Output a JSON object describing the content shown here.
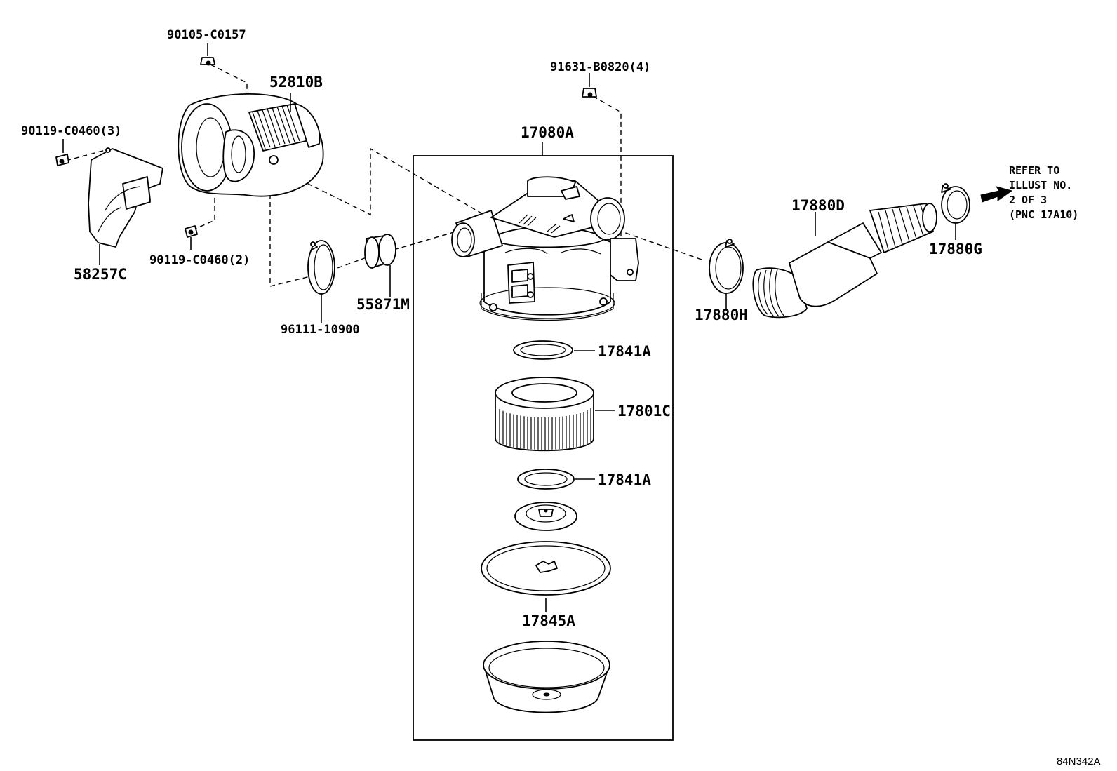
{
  "labels": {
    "p90105": "90105-C0157",
    "p52810B": "52810B",
    "p91631": "91631-B0820(4)",
    "p90119a": "90119-C0460(3)",
    "p17080A": "17080A",
    "p90119b": "90119-C0460(2)",
    "p58257C": "58257C",
    "p96111": "96111-10900",
    "p55871M": "55871M",
    "p17880D": "17880D",
    "p17880G": "17880G",
    "p17880H": "17880H",
    "p17841A_top": "17841A",
    "p17801C": "17801C",
    "p17841A_bottom": "17841A",
    "p17845A": "17845A"
  },
  "refer_note": {
    "line1": "REFER TO",
    "line2": "ILLUST NO.",
    "line3": "2 OF 3",
    "line4": "(PNC 17A10)"
  },
  "illustration_ref": "84N342A",
  "colors": {
    "ink": "#000000",
    "paper": "#ffffff"
  }
}
